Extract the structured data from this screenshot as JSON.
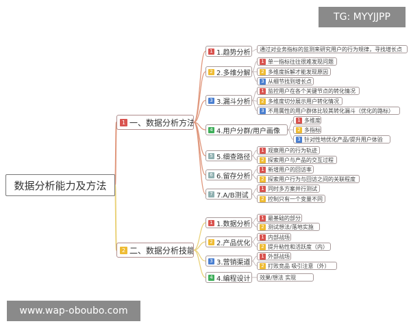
{
  "root": "数据分析能力及方法",
  "badge_colors": {
    "1": "#d9534f",
    "2": "#eebb33",
    "3": "#4a7fd0",
    "4": "#3fae5a",
    "5": "#8fb0b0",
    "6": "#8fb0b0",
    "7": "#8fb0b0"
  },
  "branches": [
    {
      "num": "1",
      "label": "一、数据分析方法",
      "children": [
        {
          "num": "1",
          "label": "1.趋势分析",
          "leaves": [
            {
              "num": "",
              "label": "通过对业务指标的监测来研究用户的行为规律，寻找增长点"
            }
          ]
        },
        {
          "num": "2",
          "label": "2.多维分解",
          "leaves": [
            {
              "num": "1",
              "label": "单一指标往往很难发现问题"
            },
            {
              "num": "2",
              "label": "多维度拆解才能发现原因"
            },
            {
              "num": "3",
              "label": "从细节找到增长点"
            }
          ]
        },
        {
          "num": "3",
          "label": "3.漏斗分析",
          "leaves": [
            {
              "num": "1",
              "label": "监控用户在各个关键节点的转化情况"
            },
            {
              "num": "2",
              "label": "多维度切分展示用户转化情况"
            },
            {
              "num": "3",
              "label": "不用属性的用户群体比较其转化漏斗（优化的路标）"
            }
          ]
        },
        {
          "num": "4",
          "label": "4.用户分群/用户画像",
          "leaves": [
            {
              "num": "1",
              "label": "多维度"
            },
            {
              "num": "2",
              "label": "多指标"
            },
            {
              "num": "3",
              "label": "针对性地优化产品/提升用户体验"
            }
          ]
        },
        {
          "num": "5",
          "label": "5.细查路径",
          "leaves": [
            {
              "num": "1",
              "label": "观察用户的行为轨迹"
            },
            {
              "num": "2",
              "label": "探索用户与产品的交互过程"
            }
          ]
        },
        {
          "num": "6",
          "label": "6.留存分析",
          "leaves": [
            {
              "num": "1",
              "label": "新增用户的回访率"
            },
            {
              "num": "2",
              "label": "探索用户行为与回访之间的关联程度"
            }
          ]
        },
        {
          "num": "7",
          "label": "7.A/B测试",
          "leaves": [
            {
              "num": "1",
              "label": "同时多方案并行测试"
            },
            {
              "num": "2",
              "label": "控制只有一个变量不同"
            }
          ]
        }
      ]
    },
    {
      "num": "2",
      "label": "二、数据分析技能",
      "children": [
        {
          "num": "1",
          "label": "1.数据分析",
          "leaves": [
            {
              "num": "1",
              "label": "最基础的部分"
            },
            {
              "num": "2",
              "label": "测试想法/落地实施"
            }
          ]
        },
        {
          "num": "2",
          "label": "2.产品优化",
          "leaves": [
            {
              "num": "1",
              "label": "内部战场"
            },
            {
              "num": "2",
              "label": "提升粘性和活跃度（内）"
            }
          ]
        },
        {
          "num": "3",
          "label": "3.营销渠道",
          "leaves": [
            {
              "num": "1",
              "label": "外部战场"
            },
            {
              "num": "2",
              "label": "打败竞品 吸引注意（外）"
            }
          ]
        },
        {
          "num": "4",
          "label": "4.编程设计",
          "leaves": [
            {
              "num": "",
              "label": "效果/想法 实现"
            }
          ]
        }
      ]
    }
  ],
  "watermark_top": "TG: MYYJJPP",
  "watermark_bottom": "www.wap-oboubo.com"
}
